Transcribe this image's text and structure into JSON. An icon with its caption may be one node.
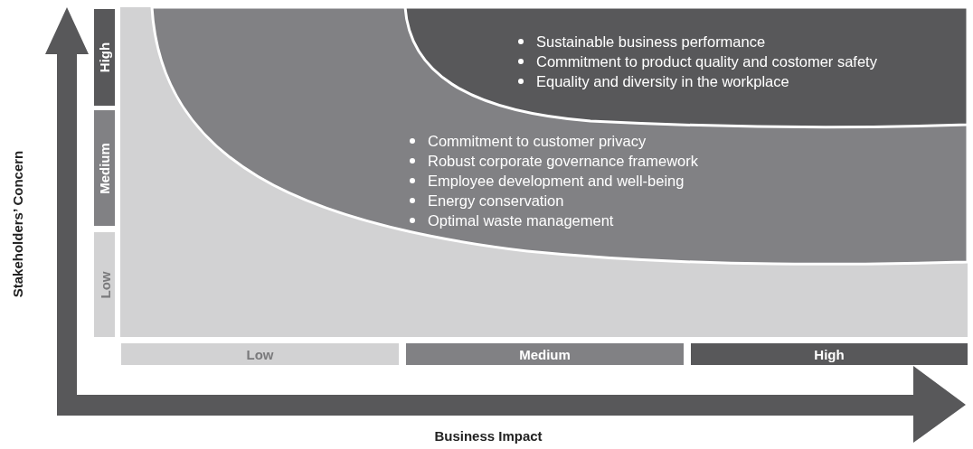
{
  "diagram": {
    "nodes": [
      {
        "text": [],
        "shape": "band"
      },
      {
        "text": [
          "Commitment to customer privacy",
          "Robust corporate governance framework",
          "Employee development and well-being",
          "Energy conservation",
          "Optimal waste management"
        ],
        "in": 0
      },
      {
        "text": [
          "Sustainable business performance",
          "Commitment to product quality and costomer safety",
          "Equality and diversity in the workplace"
        ],
        "in": 1
      },
      {
        "text": [
          "High"
        ]
      },
      {
        "text": [
          "Medium"
        ]
      },
      {
        "text": [
          "Low"
        ]
      },
      {
        "text": [
          "Low"
        ]
      },
      {
        "text": [
          "Medium"
        ]
      },
      {
        "text": [
          "High"
        ]
      }
    ],
    "labels": [
      "Stakeholders’ Concern",
      "Business Impact"
    ]
  }
}
